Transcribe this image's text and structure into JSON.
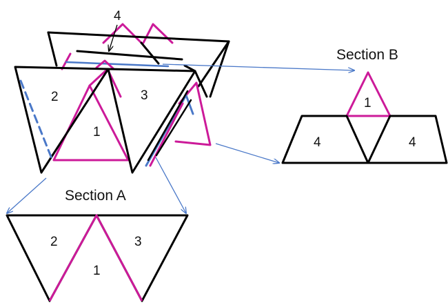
{
  "colors": {
    "edge": "#000000",
    "magenta": "#cc1a99",
    "arrow": "#4a78c8",
    "background": "#ffffff"
  },
  "labels": {
    "pointer_4": "4",
    "face_2": "2",
    "face_3": "3",
    "face_1": "1"
  },
  "section_a": {
    "title": "Section A",
    "face_2": "2",
    "face_3": "3",
    "face_1": "1"
  },
  "section_b": {
    "title": "Section B",
    "face_1": "1",
    "face_4_left": "4",
    "face_4_right": "4"
  }
}
